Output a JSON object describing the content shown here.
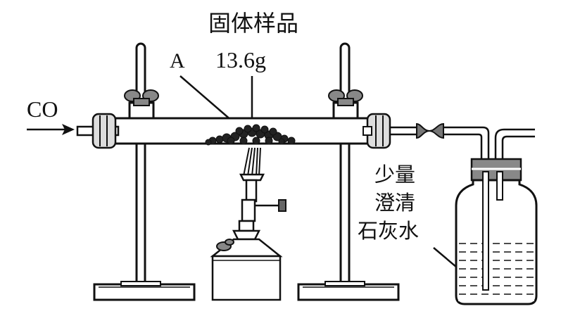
{
  "labels": {
    "sample_title": "固体样品",
    "sample_letter": "A",
    "sample_mass": "13.6g",
    "gas_inlet": "CO",
    "limewater_line1": "少量",
    "limewater_line2": "澄清",
    "limewater_line3": "石灰水"
  }
}
